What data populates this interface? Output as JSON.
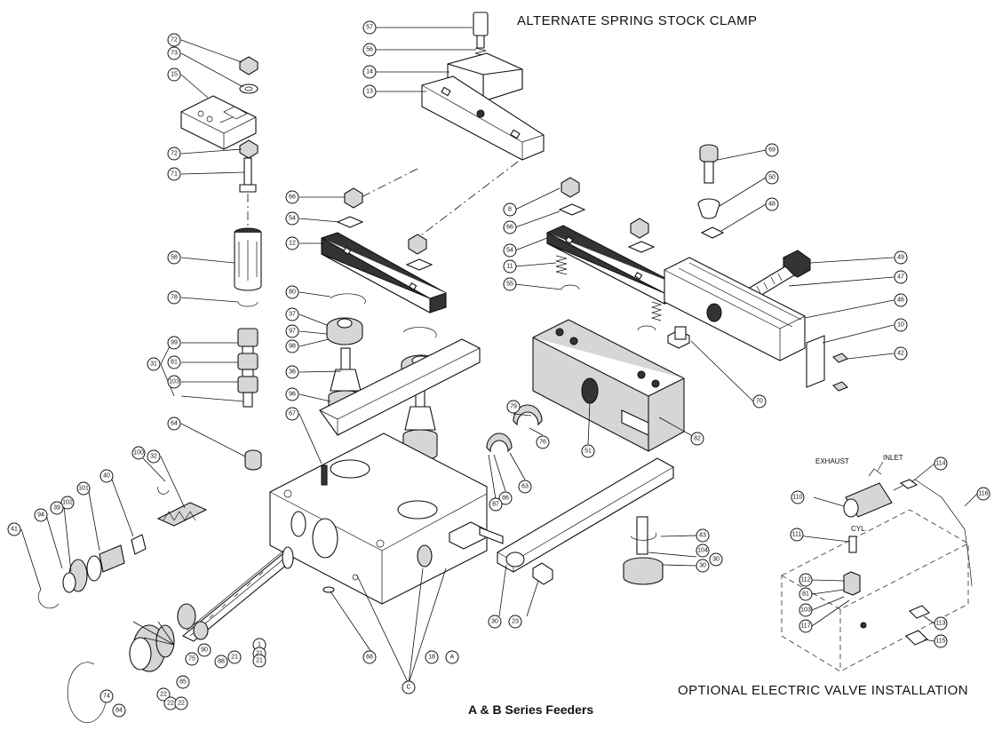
{
  "titles": {
    "alternate": "ALTERNATE SPRING STOCK CLAMP",
    "optional": "OPTIONAL ELECTRIC VALVE INSTALLATION",
    "main": "A & B Series Feeders"
  },
  "valve_labels": {
    "exhaust": "EXHAUST",
    "inlet": "INLET",
    "cyl": "CYL."
  },
  "callouts": [
    "57",
    "56",
    "14",
    "13",
    "72",
    "73",
    "15",
    "72",
    "71",
    "66",
    "54",
    "12",
    "58",
    "78",
    "80",
    "37",
    "97",
    "98",
    "31",
    "99",
    "81",
    "103",
    "36",
    "96",
    "67",
    "64",
    "32",
    "100",
    "40",
    "101",
    "102",
    "39",
    "94",
    "41",
    "79",
    "76",
    "63",
    "86",
    "87",
    "51",
    "82",
    "8",
    "66",
    "54",
    "11",
    "55",
    "69",
    "50",
    "48",
    "49",
    "47",
    "46",
    "10",
    "42",
    "70",
    "43",
    "104",
    "30",
    "30",
    "30",
    "23",
    "68",
    "18",
    "A",
    "C",
    "1",
    "21",
    "21",
    "21",
    "88",
    "90",
    "75",
    "85",
    "22",
    "22",
    "22",
    "84",
    "74",
    "114",
    "110",
    "116",
    "111",
    "112",
    "81",
    "103",
    "117",
    "113",
    "115"
  ]
}
